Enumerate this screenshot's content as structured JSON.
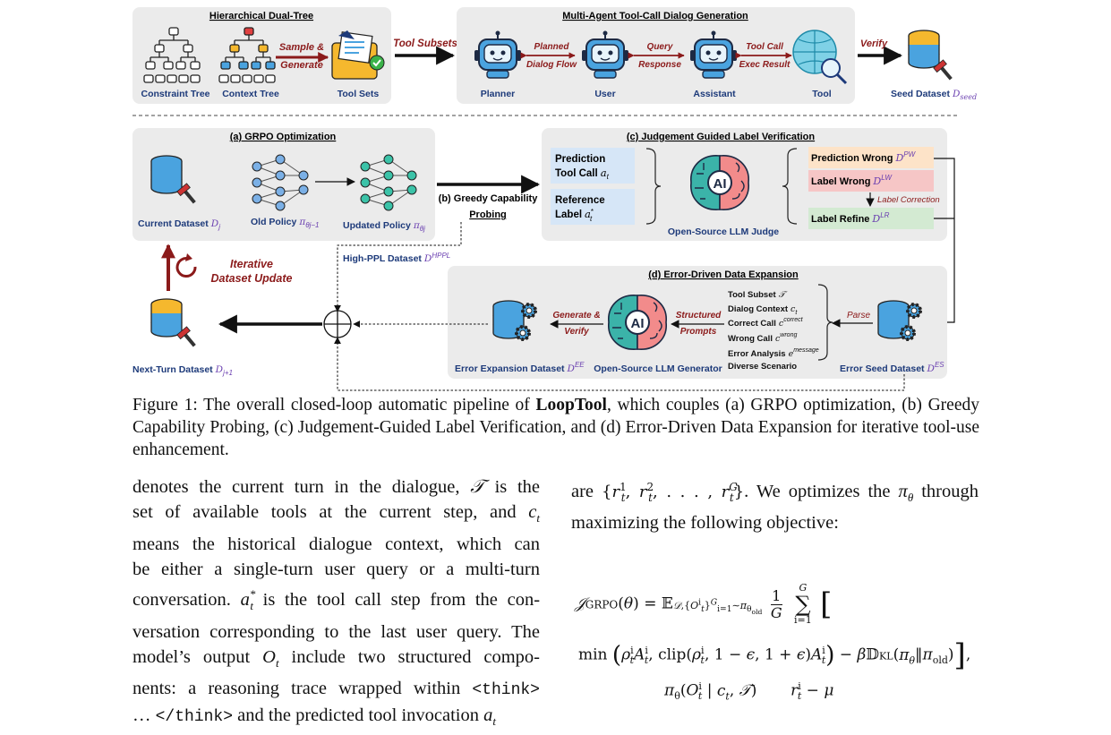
{
  "figure": {
    "top": {
      "dual_tree_title": "Hierarchical Dual-Tree",
      "constraint_tree": "Constraint Tree",
      "context_tree": "Context Tree",
      "sample_generate": [
        "Sample &",
        "Generate"
      ],
      "tool_sets": "Tool Sets",
      "tool_subsets": "Tool Subsets",
      "dialog_title": "Multi-Agent Tool-Call Dialog Generation",
      "planner": "Planner",
      "user": "User",
      "assistant": "Assistant",
      "tool": "Tool",
      "planned": "Planned",
      "dialog_flow": "Dialog Flow",
      "query": "Query",
      "response": "Response",
      "tool_call": "Tool Call",
      "exec_result": "Exec Result",
      "verify": "Verify",
      "seed_dataset": "Seed Dataset",
      "seed_sym": "D",
      "seed_sub": "seed"
    },
    "grpo": {
      "title": "(a) GRPO Optimization",
      "current_dataset": "Current Dataset",
      "old_policy": "Old Policy",
      "updated_policy": "Updated Policy"
    },
    "greedy": {
      "title": [
        "(b) Greedy Capability",
        "Probing"
      ],
      "high_ppl": "High-PPL Dataset"
    },
    "judge": {
      "title": "(c) Judgement Guided Label Verification",
      "prediction": [
        "Prediction",
        "Tool Call"
      ],
      "reference": [
        "Reference",
        "Label"
      ],
      "judge_label": "Open-Source LLM Judge",
      "prediction_wrong": "Prediction Wrong",
      "label_wrong": "Label Wrong",
      "label_correction": "Label Correction",
      "label_refine": "Label Refine"
    },
    "expansion": {
      "title": "(d) Error-Driven Data Expansion",
      "generate_verify": [
        "Generate &",
        "Verify"
      ],
      "structured_prompts": [
        "Structured",
        "Prompts"
      ],
      "generator_label": "Open-Source LLM Generator",
      "error_expansion": "Error Expansion Dataset",
      "error_seed": "Error Seed Dataset",
      "parse": "Parse",
      "items": [
        "Tool Subset",
        "Dialog Context",
        "Correct Call",
        "Wrong Call",
        "Error Analysis",
        "Diverse Scenario"
      ]
    },
    "loop": {
      "iterative": [
        "Iterative",
        "Dataset Update"
      ],
      "next_turn": "Next-Turn Dataset"
    },
    "colors": {
      "panel": "#ebebeb",
      "arrow_red": "#8b1a1a",
      "blue_box": "#d6e6f7",
      "wrong_orange": "#fde3c8",
      "wrong_red": "#f6c6c6",
      "refine_green": "#d3ead2",
      "db_blue": "#4aa3df",
      "db_gold": "#f5b82e"
    },
    "icons": [
      "tree-icon",
      "toolset-icon",
      "robot-icon",
      "globe-search-icon",
      "database-icon",
      "neural-net-icon",
      "ai-brain-icon",
      "refresh-icon",
      "plus-circle-icon"
    ]
  },
  "caption": {
    "label": "Figure 1:",
    "pre": "The overall closed-loop automatic pipeline of",
    "bold": "LoopTool",
    "post": ", which couples (a) GRPO optimization, (b) Greedy Capability Probing, (c) Judgement-Guided Label Verification, and (d) Error-Driven Data Expansion for iterative tool-use enhancement."
  },
  "left_column": {
    "l1": "denotes the current turn in the dialogue,",
    "l1b": "is the",
    "l2": "set of available tools at the current step, and",
    "l3": "means the historical dialogue context, which can",
    "l4": "be either a single-turn user query or a multi-turn",
    "l5a": "conversation.",
    "l5b": "is the tool call step from the con-",
    "l6": "versation corresponding to the last user query. The",
    "l7a": "model’s output",
    "l7b": "include two structured compo-",
    "l8": "nents: a reasoning trace wrapped within",
    "think_open": "<think>",
    "think_close": "</think>",
    "l9": "and the predicted tool invocation"
  },
  "right_column": {
    "l1a": "are",
    "l1b": ". We optimizes the",
    "l1c": "through",
    "l2": "maximizing the following objective:"
  }
}
